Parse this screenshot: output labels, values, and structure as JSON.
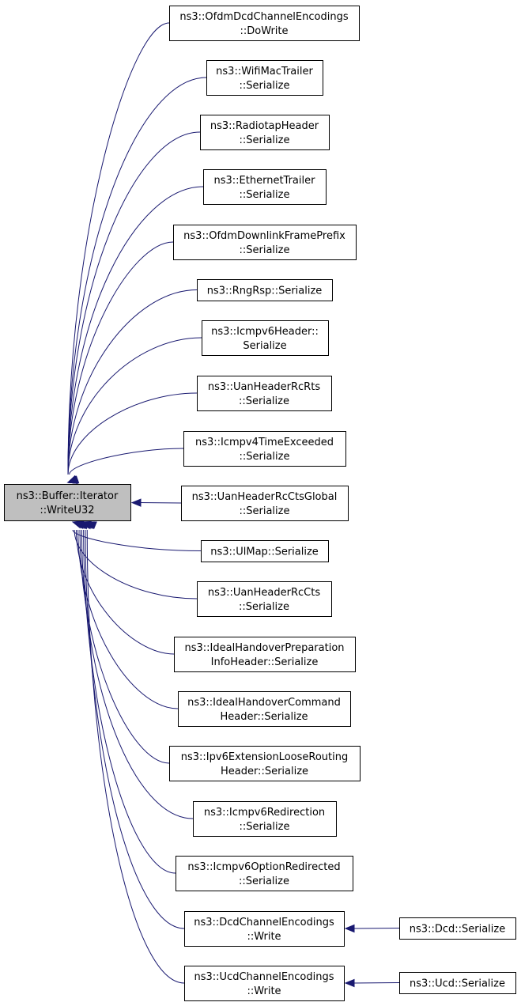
{
  "nodes": {
    "write_u32": {
      "lines": [
        "ns3::Buffer::Iterator",
        "::WriteU32"
      ]
    },
    "ofdm_dcd_channel_encodings_dowrite": {
      "lines": [
        "ns3::OfdmDcdChannelEncodings",
        "::DoWrite"
      ]
    },
    "wifi_mac_trailer_serialize": {
      "lines": [
        "ns3::WifiMacTrailer",
        "::Serialize"
      ]
    },
    "radiotap_header_serialize": {
      "lines": [
        "ns3::RadiotapHeader",
        "::Serialize"
      ]
    },
    "ethernet_trailer_serialize": {
      "lines": [
        "ns3::EthernetTrailer",
        "::Serialize"
      ]
    },
    "ofdm_downlink_frame_prefix_serialize": {
      "lines": [
        "ns3::OfdmDownlinkFramePrefix",
        "::Serialize"
      ]
    },
    "rng_rsp_serialize": {
      "lines": [
        "ns3::RngRsp::Serialize"
      ]
    },
    "icmpv6_header_serialize": {
      "lines": [
        "ns3::Icmpv6Header::",
        "Serialize"
      ]
    },
    "uan_header_rc_rts_serialize": {
      "lines": [
        "ns3::UanHeaderRcRts",
        "::Serialize"
      ]
    },
    "icmpv4_time_exceeded_serialize": {
      "lines": [
        "ns3::Icmpv4TimeExceeded",
        "::Serialize"
      ]
    },
    "uan_header_rc_cts_global_serialize": {
      "lines": [
        "ns3::UanHeaderRcCtsGlobal",
        "::Serialize"
      ]
    },
    "ul_map_serialize": {
      "lines": [
        "ns3::UlMap::Serialize"
      ]
    },
    "uan_header_rc_cts_serialize": {
      "lines": [
        "ns3::UanHeaderRcCts",
        "::Serialize"
      ]
    },
    "ideal_handover_preparation_info_header_serialize": {
      "lines": [
        "ns3::IdealHandoverPreparation",
        "InfoHeader::Serialize"
      ]
    },
    "ideal_handover_command_header_serialize": {
      "lines": [
        "ns3::IdealHandoverCommand",
        "Header::Serialize"
      ]
    },
    "ipv6_extension_loose_routing_header_serialize": {
      "lines": [
        "ns3::Ipv6ExtensionLooseRouting",
        "Header::Serialize"
      ]
    },
    "icmpv6_redirection_serialize": {
      "lines": [
        "ns3::Icmpv6Redirection",
        "::Serialize"
      ]
    },
    "icmpv6_option_redirected_serialize": {
      "lines": [
        "ns3::Icmpv6OptionRedirected",
        "::Serialize"
      ]
    },
    "dcd_channel_encodings_write": {
      "lines": [
        "ns3::DcdChannelEncodings",
        "::Write"
      ]
    },
    "ucd_channel_encodings_write": {
      "lines": [
        "ns3::UcdChannelEncodings",
        "::Write"
      ]
    },
    "dcd_serialize": {
      "lines": [
        "ns3::Dcd::Serialize"
      ]
    },
    "ucd_serialize": {
      "lines": [
        "ns3::Ucd::Serialize"
      ]
    }
  },
  "edges": [
    {
      "from": "ofdm_dcd_channel_encodings_dowrite",
      "to": "write_u32"
    },
    {
      "from": "wifi_mac_trailer_serialize",
      "to": "write_u32"
    },
    {
      "from": "radiotap_header_serialize",
      "to": "write_u32"
    },
    {
      "from": "ethernet_trailer_serialize",
      "to": "write_u32"
    },
    {
      "from": "ofdm_downlink_frame_prefix_serialize",
      "to": "write_u32"
    },
    {
      "from": "rng_rsp_serialize",
      "to": "write_u32"
    },
    {
      "from": "icmpv6_header_serialize",
      "to": "write_u32"
    },
    {
      "from": "uan_header_rc_rts_serialize",
      "to": "write_u32"
    },
    {
      "from": "icmpv4_time_exceeded_serialize",
      "to": "write_u32"
    },
    {
      "from": "uan_header_rc_cts_global_serialize",
      "to": "write_u32"
    },
    {
      "from": "ul_map_serialize",
      "to": "write_u32"
    },
    {
      "from": "uan_header_rc_cts_serialize",
      "to": "write_u32"
    },
    {
      "from": "ideal_handover_preparation_info_header_serialize",
      "to": "write_u32"
    },
    {
      "from": "ideal_handover_command_header_serialize",
      "to": "write_u32"
    },
    {
      "from": "ipv6_extension_loose_routing_header_serialize",
      "to": "write_u32"
    },
    {
      "from": "icmpv6_redirection_serialize",
      "to": "write_u32"
    },
    {
      "from": "icmpv6_option_redirected_serialize",
      "to": "write_u32"
    },
    {
      "from": "dcd_channel_encodings_write",
      "to": "write_u32"
    },
    {
      "from": "ucd_channel_encodings_write",
      "to": "write_u32"
    },
    {
      "from": "dcd_serialize",
      "to": "dcd_channel_encodings_write"
    },
    {
      "from": "ucd_serialize",
      "to": "ucd_channel_encodings_write"
    }
  ],
  "colors": {
    "edge": "#191970",
    "focus_fill": "#bfbfbf",
    "node_fill": "#ffffff",
    "node_border": "#000000"
  }
}
